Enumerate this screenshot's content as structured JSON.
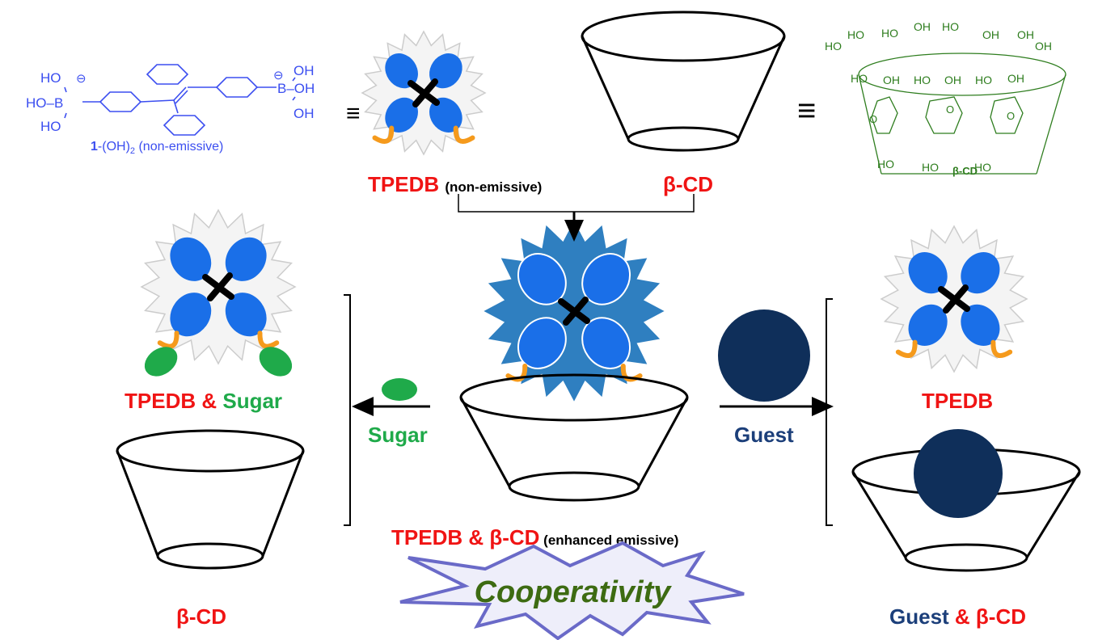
{
  "colors": {
    "chem_blue": "#3b4ef0",
    "label_red": "#f01414",
    "sugar_green": "#1faa4a",
    "cd_green": "#2e7d1e",
    "guest_navy": "#0f2f5a",
    "guest_text": "#1c3f7a",
    "star_gray": "#f4f4f4",
    "star_blue": "#2f7fc0",
    "lobe_blue": "#1a6fe8",
    "hook_orange": "#f59a1c",
    "coop_border": "#6a6ac8",
    "coop_fill": "#eeeefa",
    "coop_text": "#3d6b12"
  },
  "chem": {
    "left_ho_top": "HO",
    "left_ho_b": "HO–B",
    "left_ho_bottom": "HO",
    "charge": "⊖",
    "right_oh_top": "OH",
    "right_b_oh": "B–OH",
    "right_oh_bottom": "OH",
    "caption_num": "1",
    "caption_rest": "-(OH)",
    "caption_sub": "2",
    "caption_note": " (non-emissive)"
  },
  "equiv_symbol": "≡",
  "top": {
    "tpedb": "TPEDB",
    "tpedb_note": "(non-emissive)",
    "bcd": "β-CD",
    "cd_structure_label": "β-CD",
    "cd_hydroxyls": [
      "HO",
      "HO",
      "HO",
      "OH",
      "HO",
      "OH",
      "OH",
      "OH",
      "HO",
      "OH",
      "HO",
      "OH",
      "HO",
      "OH",
      "HO",
      "HO",
      "HO"
    ],
    "cd_ring_o": "O"
  },
  "left": {
    "tpedb": "TPEDB",
    "amp": " & ",
    "sugar": "Sugar",
    "bcd": "β-CD"
  },
  "arrows": {
    "sugar_label": "Sugar",
    "guest_label": "Guest"
  },
  "center": {
    "tpedb": "TPEDB",
    "amp": " & ",
    "bcd": "β-CD",
    "note": " (enhanced emissive)",
    "cooperativity": "Cooperativity"
  },
  "right": {
    "tpedb": "TPEDB",
    "guest": "Guest",
    "amp": " & ",
    "bcd": "β-CD"
  }
}
